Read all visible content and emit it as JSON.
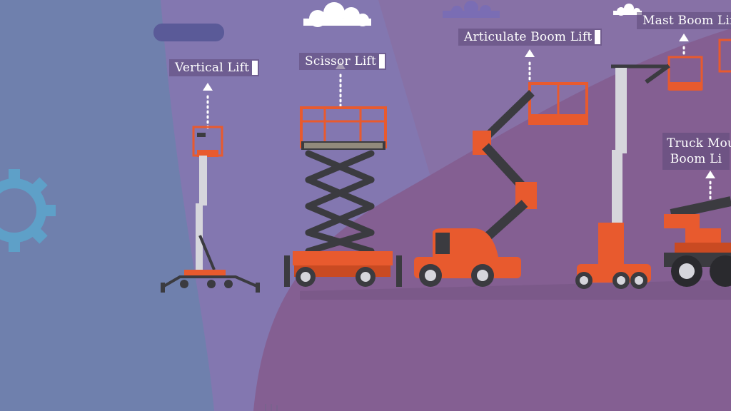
{
  "labels": {
    "vertical": "Vertical Lift",
    "scissor": "Scissor Lift",
    "articulate": "Articulate Boom Lift",
    "mast": "Mast Boom Lift",
    "truck_line1": "Truck Mou",
    "truck_line2": "Boom Li"
  },
  "colors": {
    "left_bg": "#6f80ad",
    "mid_bg": "#8377b0",
    "right_bg": "#8b6ea0",
    "hill": "#845f92",
    "machine_orange": "#e85a2e",
    "machine_dark": "#3b3b40",
    "gear": "#5ea0c8"
  },
  "icons": {
    "gear": "gear-icon",
    "arrow": "arrow-up-icon",
    "cloud": "cloud-icon"
  }
}
